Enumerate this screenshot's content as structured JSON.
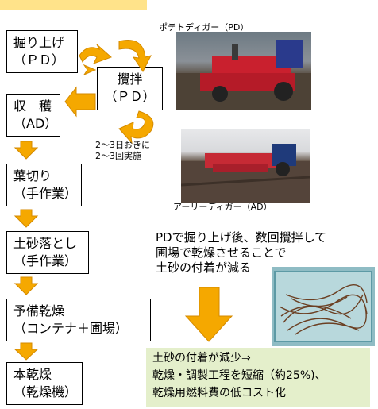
{
  "colors": {
    "arrow": "#F5A800",
    "arrow_edge": "#D48A00",
    "header_bar": "#FFE38A",
    "result_bg": "#E4EFCB"
  },
  "flow": {
    "dig": "掘り上げ\n（ＰＤ）",
    "stir": "攪拌\n（ＰＤ）",
    "harvest": "収　穫\n（AD）",
    "leaf_cut": "葉切り\n（手作業）",
    "soil_removal": "土砂落とし\n（手作業）",
    "pre_dry": "予備乾燥\n（コンテナ＋圃場）",
    "main_dry": "本乾燥\n（乾燥機）"
  },
  "note_stir": "2～3日おきに\n2～3回実施",
  "captions": {
    "pd": "ポテトディガー（PD）",
    "ad": "アーリーディガー（AD）"
  },
  "explanation": "PDで掘り上げ後、数回攪拌して\n圃場で乾燥させることで\n土砂の付着が減る",
  "result": "土砂の付着が減少⇒\n乾燥・調製工程を短縮（約25%)、\n乾燥用燃料費の低コスト化"
}
